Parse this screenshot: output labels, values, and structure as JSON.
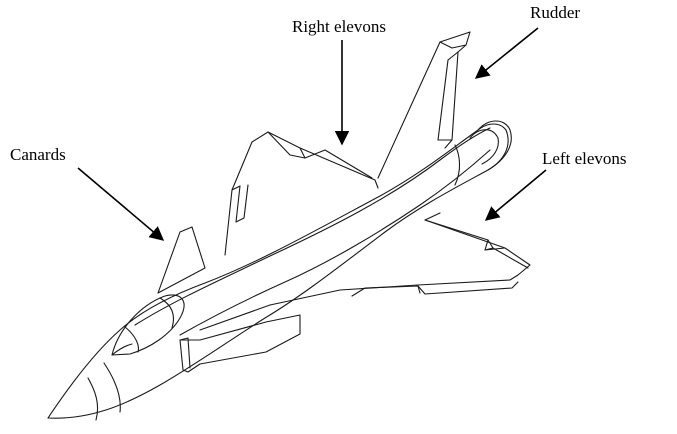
{
  "labels": {
    "right_elevons": "Right elevons",
    "rudder": "Rudder",
    "canards": "Canards",
    "left_elevons": "Left elevons"
  },
  "colors": {
    "line": "#1a1a1a",
    "text": "#000000",
    "background": "#ffffff"
  }
}
